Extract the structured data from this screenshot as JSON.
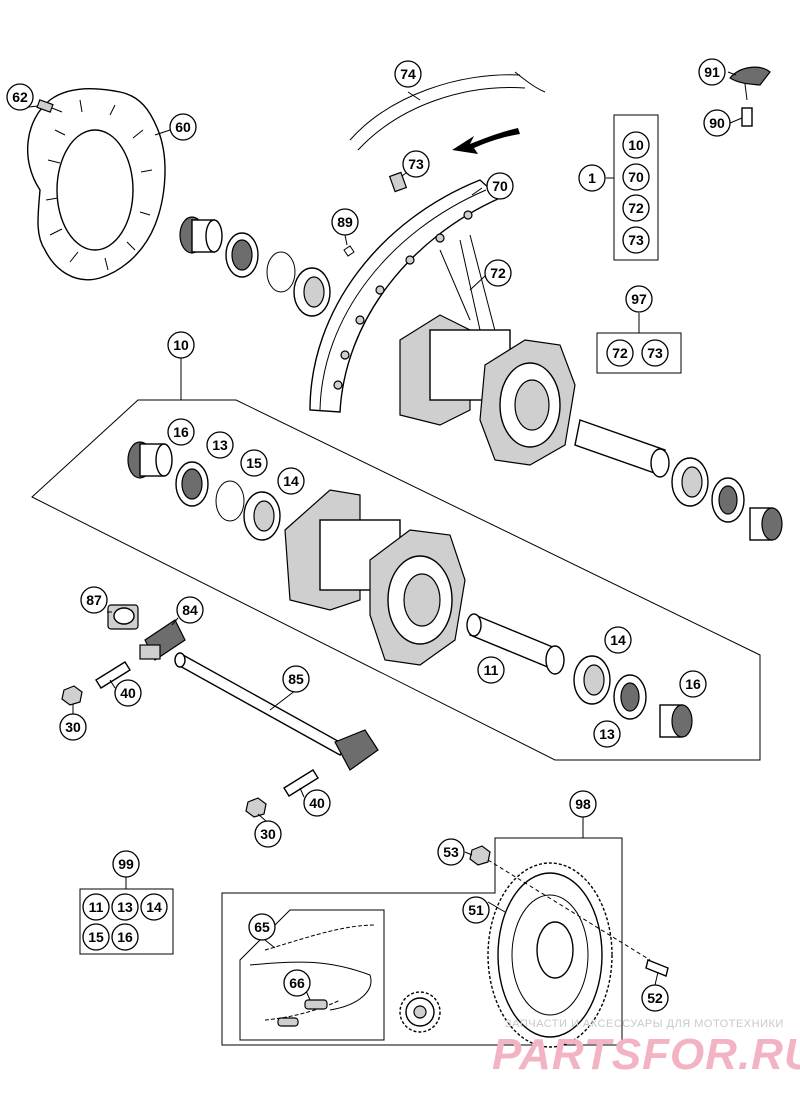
{
  "callouts": [
    {
      "id": "c74",
      "text": "74"
    },
    {
      "id": "c91",
      "text": "91"
    },
    {
      "id": "c90",
      "text": "90"
    },
    {
      "id": "c62",
      "text": "62"
    },
    {
      "id": "c60",
      "text": "60"
    },
    {
      "id": "c73a",
      "text": "73"
    },
    {
      "id": "c70",
      "text": "70"
    },
    {
      "id": "c1",
      "text": "1"
    },
    {
      "id": "c1-10",
      "text": "10"
    },
    {
      "id": "c1-70",
      "text": "70"
    },
    {
      "id": "c1-72",
      "text": "72"
    },
    {
      "id": "c1-73",
      "text": "73"
    },
    {
      "id": "c89",
      "text": "89"
    },
    {
      "id": "c72a",
      "text": "72"
    },
    {
      "id": "c97",
      "text": "97"
    },
    {
      "id": "c97-72",
      "text": "72"
    },
    {
      "id": "c97-73",
      "text": "73"
    },
    {
      "id": "c10",
      "text": "10"
    },
    {
      "id": "c16a",
      "text": "16"
    },
    {
      "id": "c13a",
      "text": "13"
    },
    {
      "id": "c15",
      "text": "15"
    },
    {
      "id": "c14a",
      "text": "14"
    },
    {
      "id": "c87",
      "text": "87"
    },
    {
      "id": "c84",
      "text": "84"
    },
    {
      "id": "c11",
      "text": "11"
    },
    {
      "id": "c14b",
      "text": "14"
    },
    {
      "id": "c16b",
      "text": "16"
    },
    {
      "id": "c13b",
      "text": "13"
    },
    {
      "id": "c85",
      "text": "85"
    },
    {
      "id": "c40a",
      "text": "40"
    },
    {
      "id": "c30a",
      "text": "30"
    },
    {
      "id": "c40b",
      "text": "40"
    },
    {
      "id": "c30b",
      "text": "30"
    },
    {
      "id": "c98",
      "text": "98"
    },
    {
      "id": "c53",
      "text": "53"
    },
    {
      "id": "c99",
      "text": "99"
    },
    {
      "id": "c99-11",
      "text": "11"
    },
    {
      "id": "c99-13",
      "text": "13"
    },
    {
      "id": "c99-14",
      "text": "14"
    },
    {
      "id": "c99-15",
      "text": "15"
    },
    {
      "id": "c99-16",
      "text": "16"
    },
    {
      "id": "c51",
      "text": "51"
    },
    {
      "id": "c65",
      "text": "65"
    },
    {
      "id": "c66",
      "text": "66"
    },
    {
      "id": "c52",
      "text": "52"
    }
  ],
  "watermark": {
    "line1": "ЗАПЧАСТИ И АКСЕССУАРЫ ДЛЯ МОТОТЕХНИКИ",
    "logo": "PARTSFOR.RU"
  },
  "colors": {
    "line": "#000000",
    "background": "#ffffff",
    "watermark_logo": "#f2b3c2",
    "watermark_text": "#c9c9c9"
  }
}
